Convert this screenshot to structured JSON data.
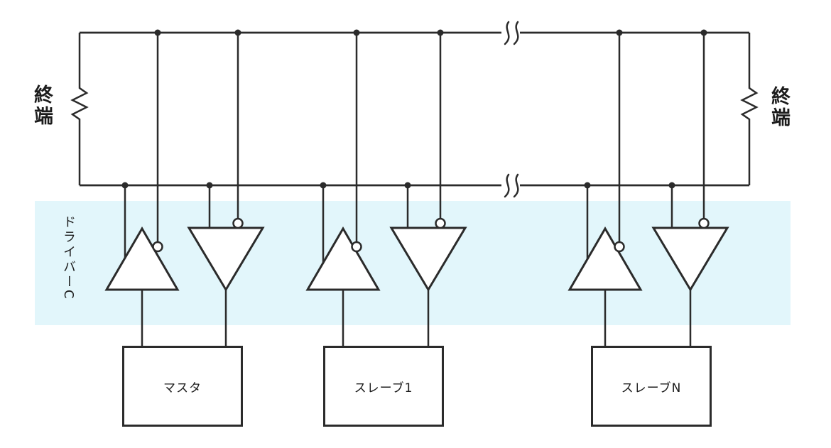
{
  "diagram": {
    "terminations": {
      "left": "終端",
      "right": "終端"
    },
    "driver_row": {
      "label": "ドライバーC"
    },
    "nodes": [
      {
        "label": "マスタ"
      },
      {
        "label": "スレーブ1"
      },
      {
        "label": "スレーブN"
      }
    ],
    "symbols": {
      "termination": "resistor-zigzag",
      "driver": "triangle-up-buffer-with-inverting-bubble",
      "receiver": "triangle-down-buffer-with-inverting-bubble",
      "junction": "connection-dot",
      "bus_continuation": "double-squiggle-break"
    },
    "colors": {
      "line": "#2b2b2b",
      "driver_band": "#e2f6fb",
      "background": "#ffffff"
    }
  }
}
